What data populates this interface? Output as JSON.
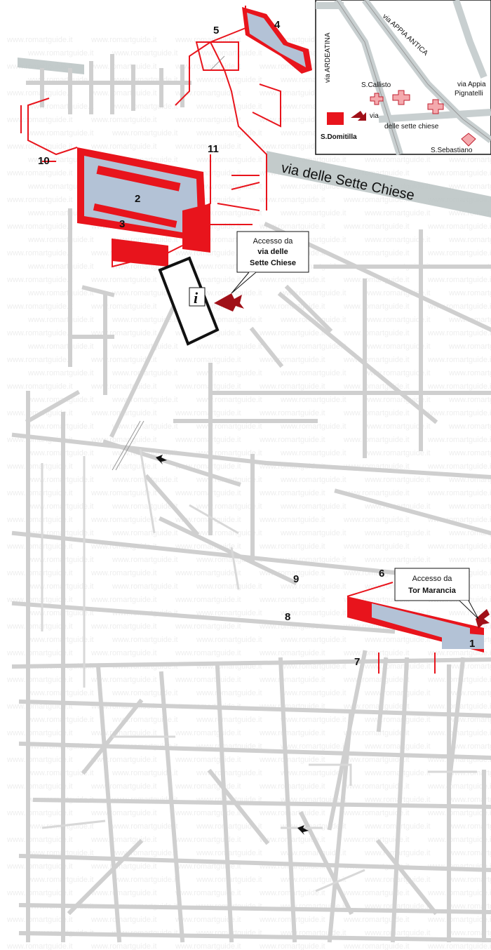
{
  "map": {
    "colors": {
      "tunnel": "#cfcfcf",
      "highlight": "#e8141c",
      "basilica": "#b3c2d6",
      "road": "#b8c2c2",
      "access_arrow": "#a01018"
    },
    "watermark": "www.romartguide.it",
    "road_main": "via delle Sette Chiese",
    "numbers": {
      "n1": "1",
      "n2": "2",
      "n3": "3",
      "n4": "4",
      "n5": "5",
      "n6": "6",
      "n7": "7",
      "n8": "8",
      "n9": "9",
      "n10": "10",
      "n11": "11"
    },
    "info_symbol": "i",
    "access_sette_chiese": {
      "line1": "Accesso da",
      "line2": "via delle",
      "line3": "Sette Chiese"
    },
    "access_tor_marancia": {
      "line1": "Accesso da",
      "line2": "Tor Marancia"
    },
    "inset": {
      "via_ardeatina": "via ARDEATINA",
      "via_appia_antica": "via APPIA ANTICA",
      "via_appia_pignatelli_1": "via Appia",
      "via_appia_pignatelli_2": "Pignatelli",
      "s_callisto": "S.Callisto",
      "via_label": "via",
      "delle_sette_chiese": "delle sette chiese",
      "s_domitilla": "S.Domitilla",
      "s_sebastiano": "S.Sebastiano"
    }
  }
}
